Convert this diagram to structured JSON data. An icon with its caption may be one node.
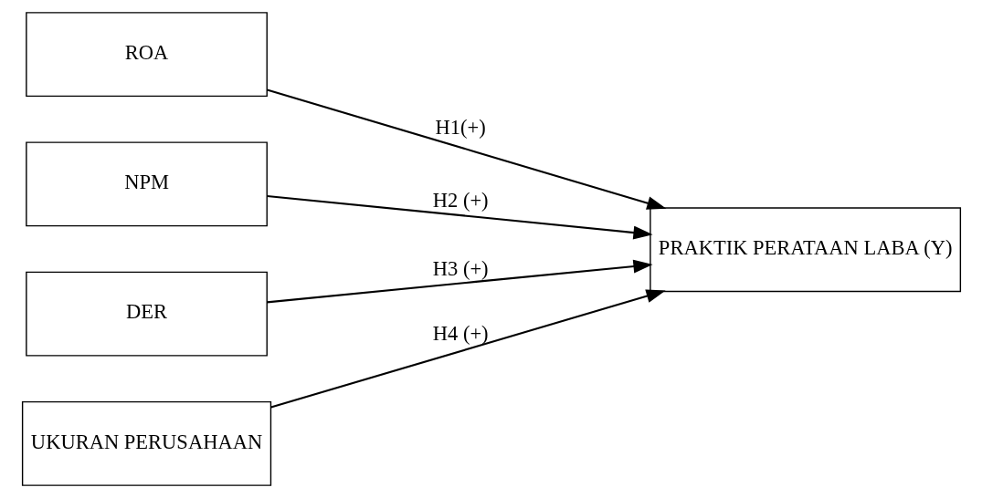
{
  "diagram": {
    "nodes": [
      {
        "text": [
          "ROA"
        ]
      },
      {
        "text": [
          "NPM"
        ]
      },
      {
        "text": [
          "DER"
        ]
      },
      {
        "text": [
          "UKURAN PERUSAHAAN"
        ]
      },
      {
        "text": [
          "PRAKTIK PERATAAN LABA (Y)"
        ]
      }
    ],
    "edges": [
      {
        "from": 0,
        "to": 4,
        "arrow": "to",
        "label": "H1(+)"
      },
      {
        "from": 1,
        "to": 4,
        "arrow": "to",
        "label": "H2 (+)"
      },
      {
        "from": 2,
        "to": 4,
        "arrow": "to",
        "label": "H3 (+)"
      },
      {
        "from": 3,
        "to": 4,
        "arrow": "to",
        "label": "H4 (+)"
      }
    ]
  }
}
